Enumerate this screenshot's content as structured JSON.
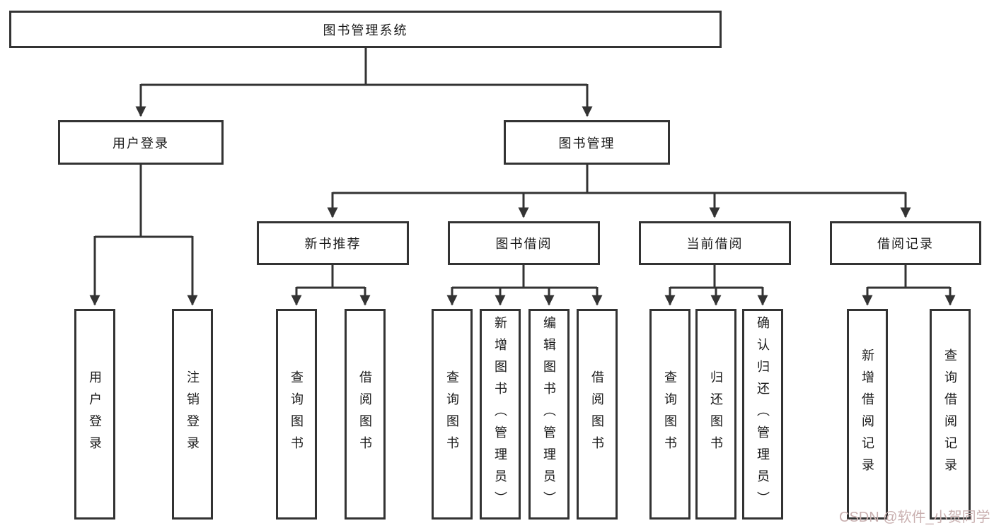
{
  "tree": {
    "root": {
      "label": "图书管理系统"
    },
    "branches": [
      {
        "label": "用户登录",
        "leaves": [
          {
            "label": "用户登录"
          },
          {
            "label": "注销登录"
          }
        ]
      },
      {
        "label": "图书管理",
        "groups": [
          {
            "label": "新书推荐",
            "leaves": [
              {
                "label": "查询图书"
              },
              {
                "label": "借阅图书"
              }
            ]
          },
          {
            "label": "图书借阅",
            "leaves": [
              {
                "label": "查询图书"
              },
              {
                "label": "新增图书（管理员）"
              },
              {
                "label": "编辑图书（管理员）"
              },
              {
                "label": "借阅图书"
              }
            ]
          },
          {
            "label": "当前借阅",
            "leaves": [
              {
                "label": "查询图书"
              },
              {
                "label": "归还图书"
              },
              {
                "label": "确认归还（管理员）"
              }
            ]
          },
          {
            "label": "借阅记录",
            "leaves": [
              {
                "label": "新增借阅记录"
              },
              {
                "label": "查询借阅记录"
              }
            ]
          }
        ]
      }
    ]
  },
  "watermark": {
    "text": "CSDN @软件_小贺同学"
  },
  "colors": {
    "line": "#333333",
    "box_border": "#333333",
    "text": "#1a1a1a",
    "watermark": "#c9b0b0",
    "background": "#ffffff"
  }
}
